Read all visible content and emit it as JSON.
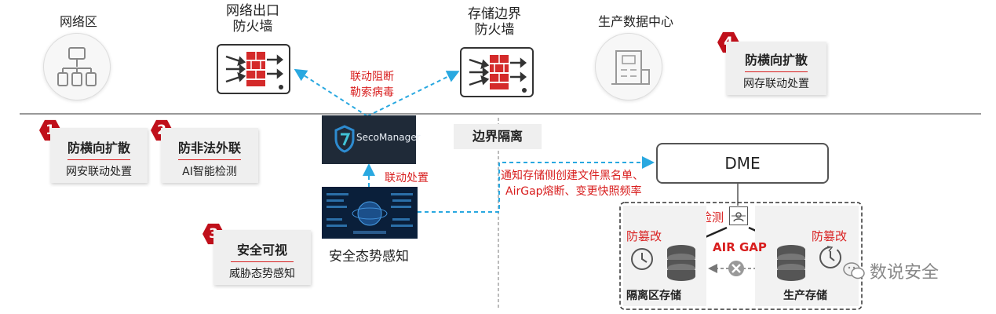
{
  "zones": {
    "network": "网络区",
    "exit_fw": [
      "网络出口",
      "防火墙"
    ],
    "edge_fw": [
      "存储边界",
      "防火墙"
    ],
    "production_dc": "生产数据中心",
    "boundary": "边界隔离"
  },
  "cards": [
    {
      "num": "1",
      "title": "防横向扩散",
      "sub": "网安联动处置"
    },
    {
      "num": "2",
      "title": "防非法外联",
      "sub": "AI智能检测"
    },
    {
      "num": "3",
      "title": "安全可视",
      "sub": "威胁态势感知"
    },
    {
      "num": "4",
      "title": "防横向扩散",
      "sub": "网存联动处置"
    }
  ],
  "seco": {
    "label": "SecoManager"
  },
  "situation": {
    "label": "安全态势感知"
  },
  "labels": {
    "linkage_block": [
      "联动阻断",
      "勒索病毒"
    ],
    "linkage_handle": "联动处置",
    "notify": [
      "通知存储侧创建文件黑名单、",
      "AirGap熔断、变更快照频率"
    ],
    "detect": "检测",
    "tamper_left": "防篡改",
    "tamper_right": "防篡改",
    "air_gap": "AIR GAP",
    "isolation_storage": "隔离区存储",
    "production_storage": "生产存储"
  },
  "dme": {
    "label": "DME"
  },
  "watermark": {
    "label": "数说安全"
  },
  "colors": {
    "accent_red": "#c0101b",
    "arrow_blue": "#29a8e0",
    "fw_red": "#d42a2a"
  }
}
